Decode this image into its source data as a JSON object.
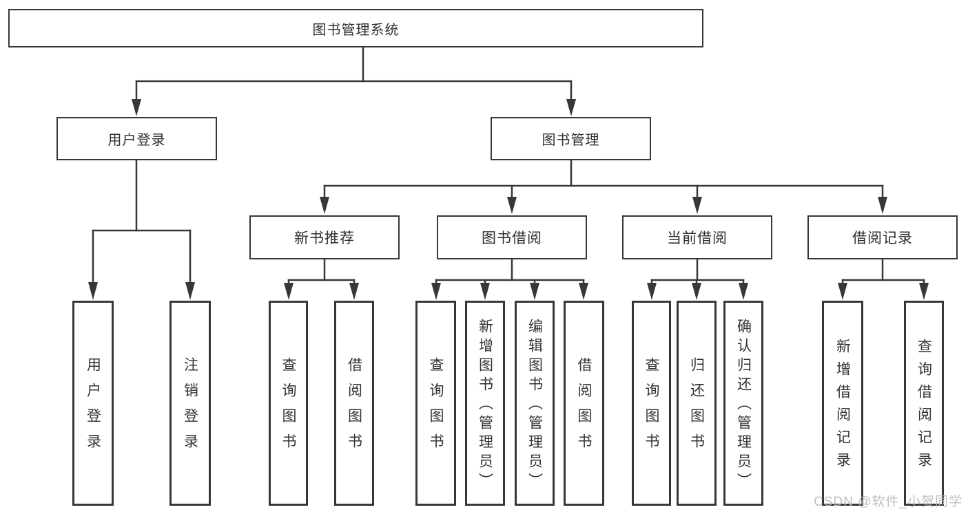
{
  "nodes": {
    "root": "图书管理系统",
    "l1": [
      "用户登录",
      "图书管理"
    ],
    "l2": [
      "新书推荐",
      "图书借阅",
      "当前借阅",
      "借阅记录"
    ],
    "leaves": [
      "用户登录",
      "注销登录",
      "查询图书",
      "借阅图书",
      "查询图书",
      "新增图书（管理员）",
      "编辑图书（管理员）",
      "借阅图书",
      "查询图书",
      "归还图书",
      "确认归还（管理员）",
      "新增借阅记录",
      "查询借阅记录"
    ]
  },
  "structure": {
    "图书管理系统": {
      "用户登录": [
        "用户登录",
        "注销登录"
      ],
      "图书管理": {
        "新书推荐": [
          "查询图书",
          "借阅图书"
        ],
        "图书借阅": [
          "查询图书",
          "新增图书（管理员）",
          "编辑图书（管理员）",
          "借阅图书"
        ],
        "当前借阅": [
          "查询图书",
          "归还图书",
          "确认归还（管理员）"
        ],
        "借阅记录": [
          "新增借阅记录",
          "查询借阅记录"
        ]
      }
    }
  },
  "watermark": "CSDN @软件_小贺同学",
  "colors": {
    "line": "#373737",
    "box_border": "#373737",
    "box_fill": "#ffffff",
    "text": "#2f2f2f",
    "watermark": "#b9b9b9",
    "background": "#ffffff"
  }
}
